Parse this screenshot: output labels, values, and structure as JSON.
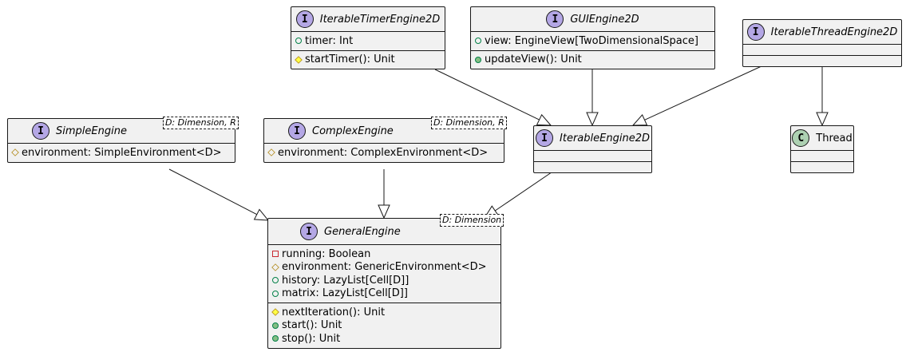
{
  "diagram": {
    "classes": {
      "iterable_timer_engine_2d": {
        "name": "IterableTimerEngine2D",
        "stereotype": "I",
        "fields": [
          {
            "visibility": "public",
            "text": "timer: Int"
          }
        ],
        "methods": [
          {
            "visibility": "protected",
            "text": "startTimer(): Unit"
          }
        ]
      },
      "gui_engine_2d": {
        "name": "GUIEngine2D",
        "stereotype": "I",
        "fields": [
          {
            "visibility": "public",
            "text": "view: EngineView[TwoDimensionalSpace]"
          }
        ],
        "methods": [
          {
            "visibility": "public",
            "text": "updateView(): Unit"
          }
        ]
      },
      "iterable_thread_engine_2d": {
        "name": "IterableThreadEngine2D",
        "stereotype": "I",
        "fields": [],
        "methods": []
      },
      "simple_engine": {
        "name": "SimpleEngine",
        "stereotype": "I",
        "type_params": "D: Dimension, R",
        "fields": [
          {
            "visibility": "protected",
            "text": "environment: SimpleEnvironment<D>"
          }
        ],
        "methods": []
      },
      "complex_engine": {
        "name": "ComplexEngine",
        "stereotype": "I",
        "type_params": "D: Dimension, R",
        "fields": [
          {
            "visibility": "protected",
            "text": "environment: ComplexEnvironment<D>"
          }
        ],
        "methods": []
      },
      "iterable_engine_2d": {
        "name": "IterableEngine2D",
        "stereotype": "I",
        "fields": [],
        "methods": []
      },
      "thread": {
        "name": "Thread",
        "stereotype": "C",
        "fields": [],
        "methods": []
      },
      "general_engine": {
        "name": "GeneralEngine",
        "stereotype": "I",
        "type_params": "D: Dimension",
        "fields": [
          {
            "visibility": "private",
            "text": "running: Boolean"
          },
          {
            "visibility": "protected",
            "text": "environment: GenericEnvironment<D>"
          },
          {
            "visibility": "public",
            "text": "history: LazyList[Cell[D]]"
          },
          {
            "visibility": "public",
            "text": "matrix: LazyList[Cell[D]]"
          }
        ],
        "methods": [
          {
            "visibility": "protected",
            "text": "nextIteration(): Unit"
          },
          {
            "visibility": "public",
            "text": "start(): Unit"
          },
          {
            "visibility": "public",
            "text": "stop(): Unit"
          }
        ]
      }
    },
    "relations": [
      {
        "from": "iterable_timer_engine_2d",
        "to": "iterable_engine_2d",
        "kind": "generalization"
      },
      {
        "from": "gui_engine_2d",
        "to": "iterable_engine_2d",
        "kind": "generalization"
      },
      {
        "from": "iterable_thread_engine_2d",
        "to": "iterable_engine_2d",
        "kind": "generalization"
      },
      {
        "from": "iterable_thread_engine_2d",
        "to": "thread",
        "kind": "generalization"
      },
      {
        "from": "simple_engine",
        "to": "general_engine",
        "kind": "generalization"
      },
      {
        "from": "complex_engine",
        "to": "general_engine",
        "kind": "generalization"
      },
      {
        "from": "iterable_engine_2d",
        "to": "general_engine",
        "kind": "generalization"
      }
    ],
    "colors": {
      "box_fill": "#f1f1f1",
      "box_border": "#181818",
      "interface_badge": "#b4a7e5",
      "class_badge": "#add1b2"
    }
  }
}
